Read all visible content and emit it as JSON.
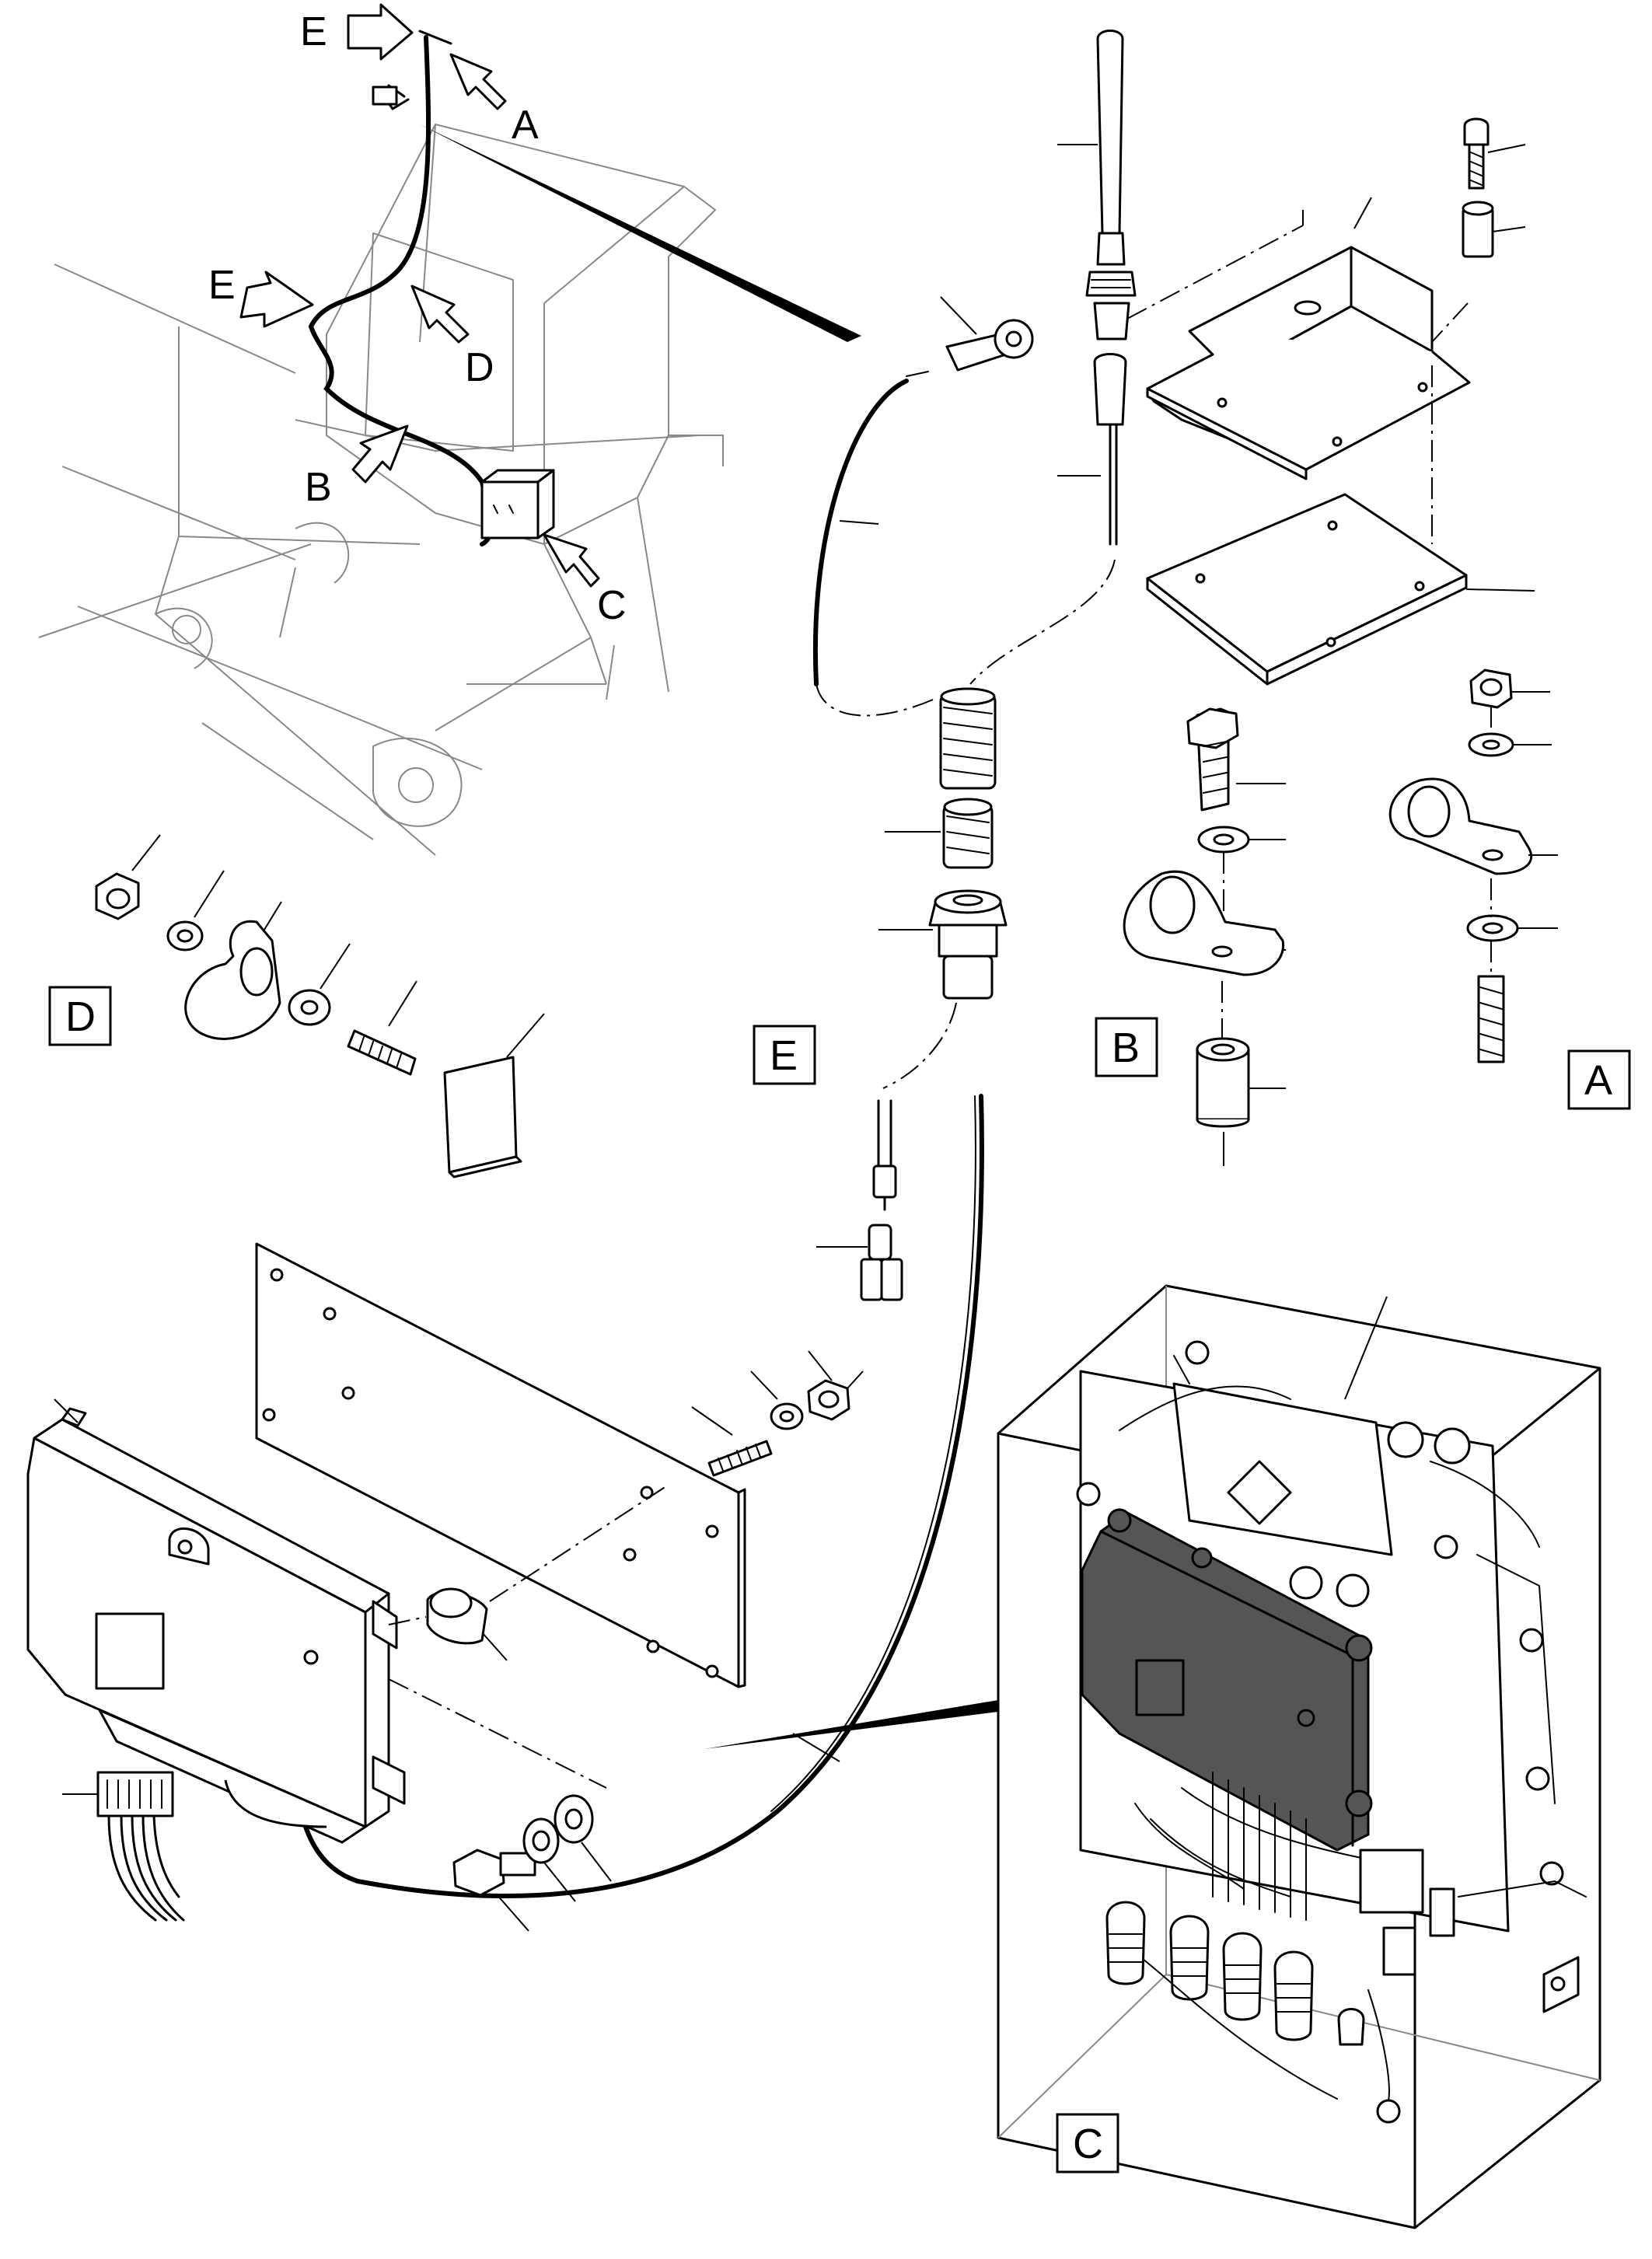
{
  "callouts": {
    "E_top": "E",
    "A": "A",
    "E_mid": "E",
    "D": "D",
    "B": "B",
    "C": "C"
  },
  "detail_boxes": {
    "D": "D",
    "E": "E",
    "B": "B",
    "A": "A",
    "C": "C"
  }
}
